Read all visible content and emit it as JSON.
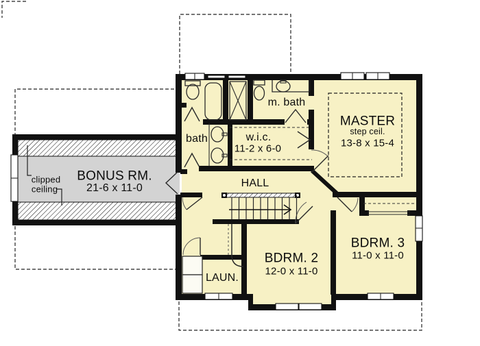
{
  "rooms": {
    "bonus": {
      "name": "BONUS RM.",
      "dims": "21-6 x 11-0"
    },
    "bath": {
      "name": "bath"
    },
    "mbath": {
      "name": "m. bath"
    },
    "wic": {
      "name": "w.i.c.",
      "dims": "11-2 x 6-0"
    },
    "master": {
      "name": "MASTER",
      "note": "step ceil.",
      "dims": "13-8 x 15-4"
    },
    "hall": {
      "name": "HALL"
    },
    "bdrm2": {
      "name": "BDRM. 2",
      "dims": "12-0 x 11-0"
    },
    "bdrm3": {
      "name": "BDRM. 3",
      "dims": "11-0 x 11-0"
    },
    "laundry": {
      "name": "LAUN."
    }
  },
  "annotations": {
    "clipped_ceiling_line1": "clipped",
    "clipped_ceiling_line2": "ceiling"
  },
  "colors": {
    "room_fill": "#f7f1c5",
    "bonus_floor": "#d3d3d3",
    "wall": "#111111",
    "background": "#ffffff"
  }
}
